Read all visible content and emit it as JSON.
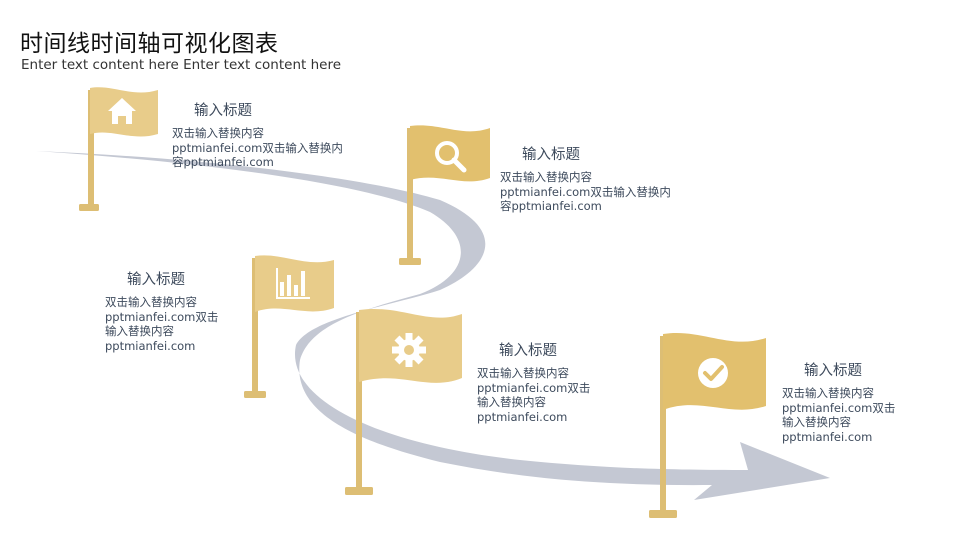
{
  "header": {
    "title": "时间线时间轴可视化图表",
    "subtitle": "Enter text content here Enter text content here"
  },
  "colors": {
    "flag_light": "#E8CC8A",
    "flag_dark": "#E2C06E",
    "pole": "#DDBE74",
    "path": "#C4C8D3",
    "text": "#3D4A5C"
  },
  "items": [
    {
      "icon": "home-icon",
      "title": "输入标题",
      "body_lines": [
        "双击输入替换内容",
        "pptmianfei.com双击输入替换内",
        "容pptmianfei.com"
      ]
    },
    {
      "icon": "search-icon",
      "title": "输入标题",
      "body_lines": [
        "双击输入替换内容",
        "pptmianfei.com双击输入替换内",
        "容pptmianfei.com"
      ]
    },
    {
      "icon": "bar-chart-icon",
      "title": "输入标题",
      "body_lines": [
        "双击输入替换内容",
        "pptmianfei.com双击",
        "输入替换内容",
        "pptmianfei.com"
      ]
    },
    {
      "icon": "gear-icon",
      "title": "输入标题",
      "body_lines": [
        "双击输入替换内容",
        "pptmianfei.com双击",
        "输入替换内容",
        "pptmianfei.com"
      ]
    },
    {
      "icon": "check-circle-icon",
      "title": "输入标题",
      "body_lines": [
        "双击输入替换内容",
        "pptmianfei.com双击",
        "输入替换内容",
        "pptmianfei.com"
      ]
    }
  ]
}
